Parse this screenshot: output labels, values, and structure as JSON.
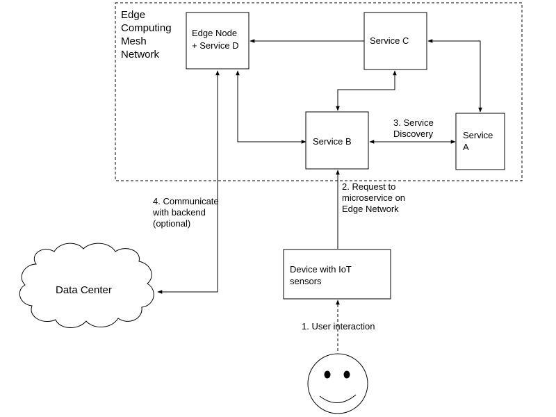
{
  "network": {
    "title": [
      "Edge",
      "Computing",
      "Mesh",
      "Network"
    ]
  },
  "nodes": {
    "edge_node": [
      "Edge Node",
      "+ Service D"
    ],
    "service_c": [
      "Service C"
    ],
    "service_b": [
      "Service B"
    ],
    "service_a": [
      "Service",
      "A"
    ],
    "device": [
      "Device with IoT",
      "sensors"
    ],
    "data_center": [
      "Data Center"
    ]
  },
  "steps": {
    "user_interaction": [
      "1. User interaction"
    ],
    "request": [
      "2. Request to",
      "microservice on",
      "Edge Network"
    ],
    "discovery": [
      "3. Service",
      "Discovery"
    ],
    "communicate": [
      "4. Communicate",
      "with backend",
      "(optional)"
    ]
  },
  "icons": {
    "user": "smiley-face-icon",
    "data_center": "cloud-icon"
  },
  "colors": {
    "stroke": "#000000",
    "background": "#ffffff"
  }
}
